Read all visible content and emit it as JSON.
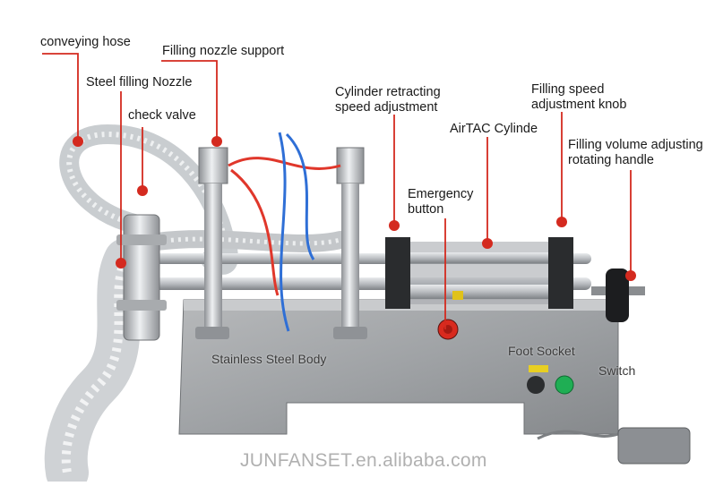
{
  "labels": {
    "conveying_hose": "conveying hose",
    "filling_nozzle_support": "Filling nozzle support",
    "steel_filling_nozzle": "Steel filling Nozzle",
    "check_valve": "check valve",
    "cylinder_retracting_line1": "Cylinder retracting",
    "cylinder_retracting_line2": "speed adjustment",
    "filling_speed_line1": "Filling speed",
    "filling_speed_line2": "adjustment knob",
    "airtac_cylinder": "AirTAC Cylinde",
    "filling_volume_line1": "Filling volume adjusting",
    "filling_volume_line2": "rotating handle",
    "emergency_line1": "Emergency",
    "emergency_line2": "button",
    "stainless_body": "Stainless Steel Body",
    "foot_socket": "Foot Socket",
    "switch": "Switch"
  },
  "watermark": "JUNFANSET.en.alibaba.com",
  "colors": {
    "pointer": "#d42a1f",
    "steel_light": "#d8dadc",
    "steel_dark": "#8a8d90",
    "tube_blue": "#2f6fd6",
    "tube_red": "#e0372b",
    "background": "#ffffff"
  }
}
